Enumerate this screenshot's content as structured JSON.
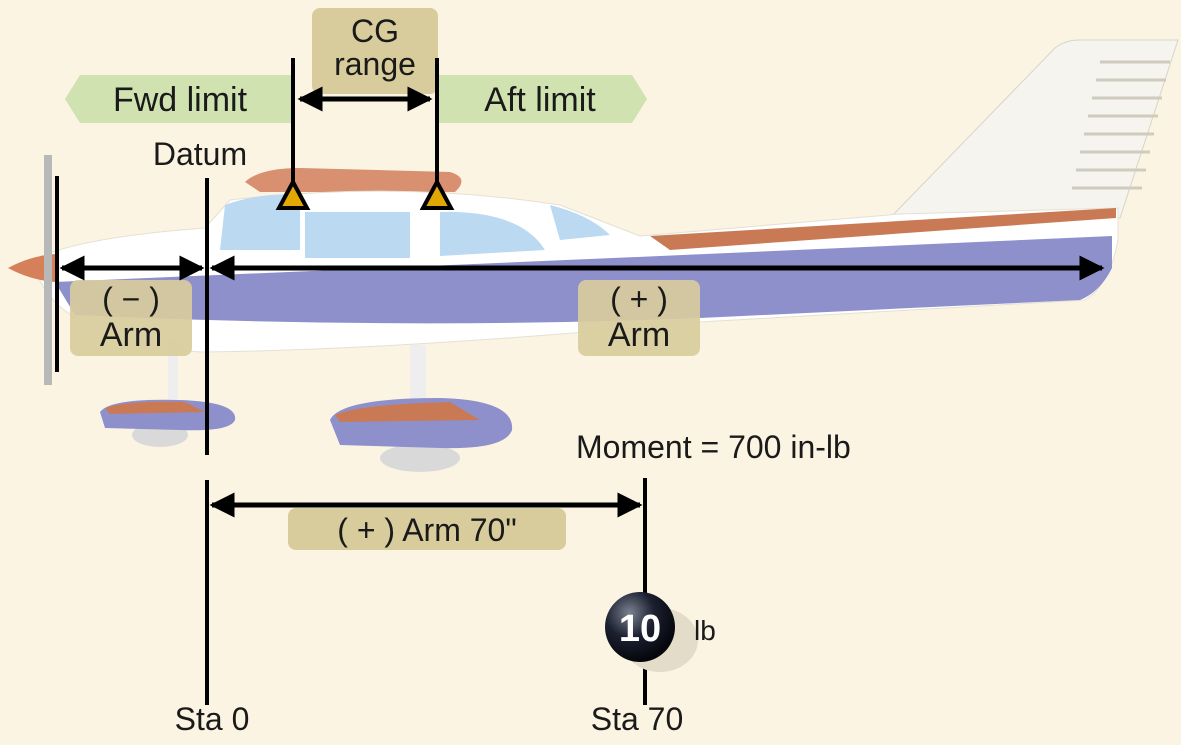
{
  "labels": {
    "cg_range_line1": "CG",
    "cg_range_line2": "range",
    "fwd_limit": "Fwd limit",
    "aft_limit": "Aft limit",
    "datum": "Datum",
    "neg_arm_sign": "( − )",
    "neg_arm": "Arm",
    "pos_arm_sign": "( + )",
    "pos_arm": "Arm",
    "moment": "Moment = 700 in-lb",
    "arm_70": "( + ) Arm 70\"",
    "weight_value": "10",
    "weight_unit": "lb",
    "station_0": "Sta 0",
    "station_70": "Sta 70"
  },
  "colors": {
    "background": "#fbf4e2",
    "tan_label": "#d8cc9c",
    "green_label": "#cfe2b0",
    "fuselage_blue": "#8e90cc",
    "stripe_orange": "#c97a55",
    "cg_marker": "#e0a800"
  }
}
